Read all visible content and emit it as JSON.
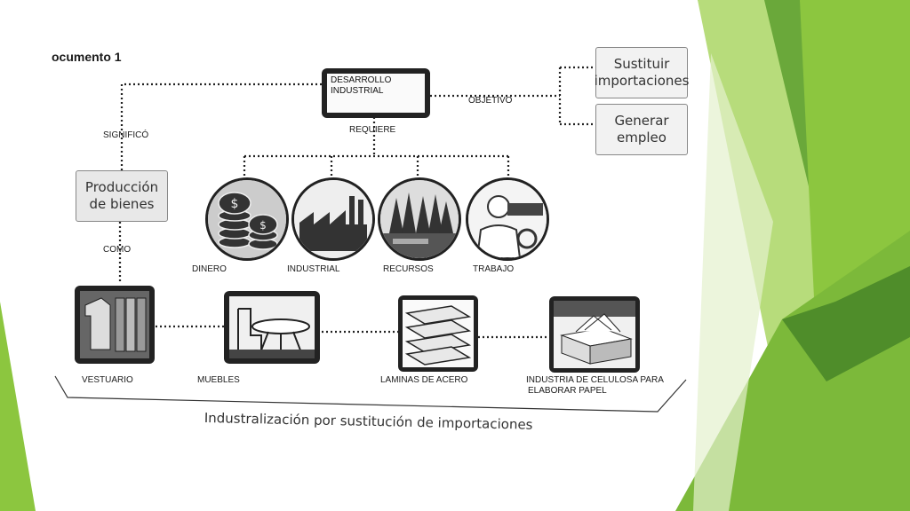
{
  "document_label": "ocumento 1",
  "main_node": {
    "line1": "DESARROLLO",
    "line2": "INDUSTRIAL"
  },
  "edges": {
    "significo": "SIGNIFICÓ",
    "objetivo": "OBJETIVO",
    "requiere": "REQUIERE",
    "como": "COMO"
  },
  "objectives": [
    {
      "line1": "Sustituir",
      "line2": "importaciones"
    },
    {
      "line1": "Generar",
      "line2": "empleo"
    }
  ],
  "production": {
    "line1": "Producción",
    "line2": "de bienes"
  },
  "requirements": [
    "DINERO",
    "INDUSTRIAL",
    "RECURSOS",
    "TRABAJO"
  ],
  "products": [
    {
      "label": "VESTUARIO"
    },
    {
      "label": "MUEBLES"
    },
    {
      "label": "LAMINAS DE ACERO"
    },
    {
      "label": "INDUSTRIA DE CELULOSA PARA",
      "label2": "ELABORAR PAPEL"
    }
  ],
  "caption": "Industralización por sustitución de importaciones",
  "colors": {
    "green_light": "#a5cf4f",
    "green_mid": "#8cc63f",
    "green_dark": "#5c9e31",
    "ink": "#1a1a1a"
  }
}
